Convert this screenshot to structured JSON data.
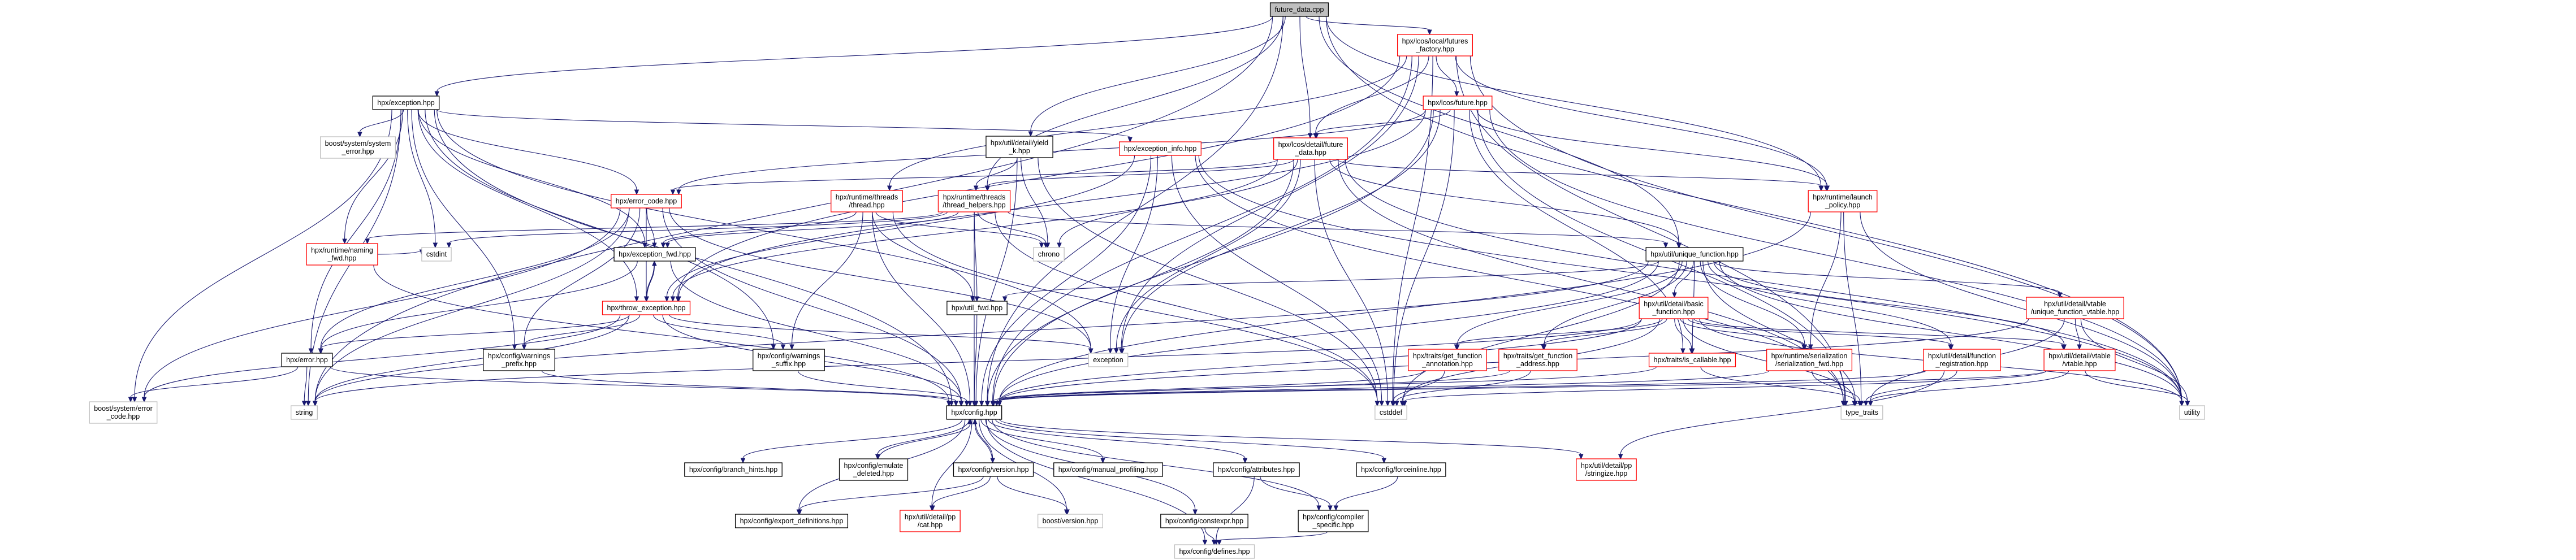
{
  "graph_title": "future_data.cpp",
  "colors": {
    "edge": "#191970",
    "root_fill": "#bfbfbf",
    "root_border": "#000000",
    "documented_border": "#000000",
    "truncated_border": "#ff0000",
    "external_border": "#bfbfbf",
    "node_fill": "#ffffff"
  },
  "nodes": [
    {
      "id": "root",
      "lines": [
        "future_data.cpp"
      ],
      "kind": "root"
    },
    {
      "id": "lcos_future_factory",
      "lines": [
        "hpx/lcos/local/futures",
        "_factory.hpp"
      ],
      "kind": "truncated"
    },
    {
      "id": "exception_hpp",
      "lines": [
        "hpx/exception.hpp"
      ],
      "kind": "documented"
    },
    {
      "id": "lcos_future",
      "lines": [
        "hpx/lcos/future.hpp"
      ],
      "kind": "truncated"
    },
    {
      "id": "boost_system_error",
      "lines": [
        "boost/system/system",
        "_error.hpp"
      ],
      "kind": "external"
    },
    {
      "id": "util_yield",
      "lines": [
        "hpx/util/detail/yield",
        "_k.hpp"
      ],
      "kind": "documented"
    },
    {
      "id": "exception_info",
      "lines": [
        "hpx/exception_info.hpp"
      ],
      "kind": "truncated"
    },
    {
      "id": "lcos_future_data",
      "lines": [
        "hpx/lcos/detail/future",
        "_data.hpp"
      ],
      "kind": "truncated"
    },
    {
      "id": "error_code",
      "lines": [
        "hpx/error_code.hpp"
      ],
      "kind": "truncated"
    },
    {
      "id": "rt_threads_thread",
      "lines": [
        "hpx/runtime/threads",
        "/thread.hpp"
      ],
      "kind": "truncated"
    },
    {
      "id": "rt_threads_helpers",
      "lines": [
        "hpx/runtime/threads",
        "/thread_helpers.hpp"
      ],
      "kind": "truncated"
    },
    {
      "id": "rt_launch_policy",
      "lines": [
        "hpx/runtime/launch",
        "_policy.hpp"
      ],
      "kind": "truncated"
    },
    {
      "id": "rt_naming_fwd",
      "lines": [
        "hpx/runtime/naming",
        "_fwd.hpp"
      ],
      "kind": "truncated"
    },
    {
      "id": "exception_fwd",
      "lines": [
        "hpx/exception_fwd.hpp"
      ],
      "kind": "documented"
    },
    {
      "id": "cstdint",
      "lines": [
        "cstdint"
      ],
      "kind": "external"
    },
    {
      "id": "chrono",
      "lines": [
        "chrono"
      ],
      "kind": "external"
    },
    {
      "id": "util_unique_function",
      "lines": [
        "hpx/util/unique_function.hpp"
      ],
      "kind": "documented"
    },
    {
      "id": "throw_exception",
      "lines": [
        "hpx/throw_exception.hpp"
      ],
      "kind": "truncated"
    },
    {
      "id": "util_fwd",
      "lines": [
        "hpx/util_fwd.hpp"
      ],
      "kind": "documented"
    },
    {
      "id": "util_basic_function",
      "lines": [
        "hpx/util/detail/basic",
        "_function.hpp"
      ],
      "kind": "truncated"
    },
    {
      "id": "util_unique_vtable",
      "lines": [
        "hpx/util/detail/vtable",
        "/unique_function_vtable.hpp"
      ],
      "kind": "truncated"
    },
    {
      "id": "error_hpp",
      "lines": [
        "hpx/error.hpp"
      ],
      "kind": "documented"
    },
    {
      "id": "config_warnings_prefix",
      "lines": [
        "hpx/config/warnings",
        "_prefix.hpp"
      ],
      "kind": "documented"
    },
    {
      "id": "config_warnings_suffix",
      "lines": [
        "hpx/config/warnings",
        "_suffix.hpp"
      ],
      "kind": "documented"
    },
    {
      "id": "exception_std",
      "lines": [
        "exception"
      ],
      "kind": "external"
    },
    {
      "id": "traits_get_function_annotation",
      "lines": [
        "hpx/traits/get_function",
        "_annotation.hpp"
      ],
      "kind": "truncated"
    },
    {
      "id": "traits_get_function_address",
      "lines": [
        "hpx/traits/get_function",
        "_address.hpp"
      ],
      "kind": "truncated"
    },
    {
      "id": "traits_is_callable",
      "lines": [
        "hpx/traits/is_callable.hpp"
      ],
      "kind": "truncated"
    },
    {
      "id": "serialization_fwd",
      "lines": [
        "hpx/runtime/serialization",
        "/serialization_fwd.hpp"
      ],
      "kind": "truncated"
    },
    {
      "id": "function_registration",
      "lines": [
        "hpx/util/detail/function",
        "_registration.hpp"
      ],
      "kind": "truncated"
    },
    {
      "id": "vtable_hpp",
      "lines": [
        "hpx/util/detail/vtable",
        "/vtable.hpp"
      ],
      "kind": "truncated"
    },
    {
      "id": "boost_error_code",
      "lines": [
        "boost/system/error",
        "_code.hpp"
      ],
      "kind": "external"
    },
    {
      "id": "string",
      "lines": [
        "string"
      ],
      "kind": "external"
    },
    {
      "id": "config_hpp",
      "lines": [
        "hpx/config.hpp"
      ],
      "kind": "documented"
    },
    {
      "id": "cstddef",
      "lines": [
        "cstddef"
      ],
      "kind": "external"
    },
    {
      "id": "type_traits",
      "lines": [
        "type_traits"
      ],
      "kind": "external"
    },
    {
      "id": "utility",
      "lines": [
        "utility"
      ],
      "kind": "external"
    },
    {
      "id": "config_branch_hints",
      "lines": [
        "hpx/config/branch_hints.hpp"
      ],
      "kind": "documented"
    },
    {
      "id": "config_emulate_deleted",
      "lines": [
        "hpx/config/emulate",
        "_deleted.hpp"
      ],
      "kind": "documented"
    },
    {
      "id": "config_version",
      "lines": [
        "hpx/config/version.hpp"
      ],
      "kind": "documented"
    },
    {
      "id": "config_manual_profiling",
      "lines": [
        "hpx/config/manual_profiling.hpp"
      ],
      "kind": "documented"
    },
    {
      "id": "config_attributes",
      "lines": [
        "hpx/config/attributes.hpp"
      ],
      "kind": "documented"
    },
    {
      "id": "config_forceinline",
      "lines": [
        "hpx/config/forceinline.hpp"
      ],
      "kind": "documented"
    },
    {
      "id": "util_stringize",
      "lines": [
        "hpx/util/detail/pp",
        "/stringize.hpp"
      ],
      "kind": "truncated"
    },
    {
      "id": "config_export_definitions",
      "lines": [
        "hpx/config/export_definitions.hpp"
      ],
      "kind": "documented"
    },
    {
      "id": "util_cat",
      "lines": [
        "hpx/util/detail/pp",
        "/cat.hpp"
      ],
      "kind": "truncated"
    },
    {
      "id": "boost_version",
      "lines": [
        "boost/version.hpp"
      ],
      "kind": "external"
    },
    {
      "id": "config_constexpr",
      "lines": [
        "hpx/config/constexpr.hpp"
      ],
      "kind": "documented"
    },
    {
      "id": "config_compiler_specific",
      "lines": [
        "hpx/config/compiler",
        "_specific.hpp"
      ],
      "kind": "documented"
    },
    {
      "id": "config_defines",
      "lines": [
        "hpx/config/defines.hpp"
      ],
      "kind": "external"
    }
  ],
  "edges": [
    [
      "root",
      "lcos_future_factory"
    ],
    [
      "root",
      "exception_hpp"
    ],
    [
      "root",
      "lcos_future_data"
    ],
    [
      "root",
      "util_yield"
    ],
    [
      "root",
      "rt_threads_helpers"
    ],
    [
      "root",
      "rt_launch_policy"
    ],
    [
      "root",
      "util_unique_function"
    ],
    [
      "root",
      "config_hpp"
    ],
    [
      "root",
      "utility"
    ],
    [
      "root",
      "string"
    ],
    [
      "lcos_future_factory",
      "lcos_future"
    ],
    [
      "lcos_future_factory",
      "lcos_future_data"
    ],
    [
      "lcos_future_factory",
      "rt_launch_policy"
    ],
    [
      "lcos_future_factory",
      "throw_exception"
    ],
    [
      "lcos_future_factory",
      "config_hpp"
    ],
    [
      "lcos_future_factory",
      "cstddef"
    ],
    [
      "lcos_future_factory",
      "type_traits"
    ],
    [
      "lcos_future_factory",
      "utility"
    ],
    [
      "lcos_future_factory",
      "exception_std"
    ],
    [
      "lcos_future_factory",
      "rt_threads_thread"
    ],
    [
      "exception_hpp",
      "boost_system_error"
    ],
    [
      "exception_hpp",
      "exception_info"
    ],
    [
      "exception_hpp",
      "error_code"
    ],
    [
      "exception_hpp",
      "exception_fwd"
    ],
    [
      "exception_hpp",
      "throw_exception"
    ],
    [
      "exception_hpp",
      "error_hpp"
    ],
    [
      "exception_hpp",
      "config_warnings_prefix"
    ],
    [
      "exception_hpp",
      "config_warnings_suffix"
    ],
    [
      "exception_hpp",
      "exception_std"
    ],
    [
      "exception_hpp",
      "cstdint"
    ],
    [
      "exception_hpp",
      "string"
    ],
    [
      "exception_hpp",
      "config_hpp"
    ],
    [
      "exception_hpp",
      "boost_error_code"
    ],
    [
      "exception_hpp",
      "rt_naming_fwd"
    ],
    [
      "lcos_future",
      "lcos_future_data"
    ],
    [
      "lcos_future",
      "rt_launch_policy"
    ],
    [
      "lcos_future",
      "error_code"
    ],
    [
      "lcos_future",
      "throw_exception"
    ],
    [
      "lcos_future",
      "exception_std"
    ],
    [
      "lcos_future",
      "config_hpp"
    ],
    [
      "lcos_future",
      "type_traits"
    ],
    [
      "lcos_future",
      "utility"
    ],
    [
      "lcos_future",
      "traits_is_callable"
    ],
    [
      "lcos_future",
      "cstddef"
    ],
    [
      "util_yield",
      "rt_threads_helpers"
    ],
    [
      "util_yield",
      "chrono"
    ],
    [
      "util_yield",
      "config_hpp"
    ],
    [
      "util_yield",
      "cstddef"
    ],
    [
      "exception_info",
      "exception_std"
    ],
    [
      "exception_info",
      "type_traits"
    ],
    [
      "exception_info",
      "utility"
    ],
    [
      "exception_info",
      "config_hpp"
    ],
    [
      "exception_info",
      "cstddef"
    ],
    [
      "exception_info",
      "throw_exception"
    ],
    [
      "lcos_future_data",
      "error_code"
    ],
    [
      "lcos_future_data",
      "rt_threads_helpers"
    ],
    [
      "lcos_future_data",
      "rt_launch_policy"
    ],
    [
      "lcos_future_data",
      "util_unique_function"
    ],
    [
      "lcos_future_data",
      "exception_std"
    ],
    [
      "lcos_future_data",
      "chrono"
    ],
    [
      "lcos_future_data",
      "config_hpp"
    ],
    [
      "lcos_future_data",
      "cstddef"
    ],
    [
      "lcos_future_data",
      "type_traits"
    ],
    [
      "lcos_future_data",
      "utility"
    ],
    [
      "lcos_future_data",
      "throw_exception"
    ],
    [
      "error_code",
      "exception_fwd"
    ],
    [
      "error_code",
      "error_hpp"
    ],
    [
      "error_code",
      "boost_error_code"
    ],
    [
      "error_code",
      "config_warnings_prefix"
    ],
    [
      "error_code",
      "string"
    ],
    [
      "error_code",
      "exception_std"
    ],
    [
      "error_code",
      "config_hpp"
    ],
    [
      "error_code",
      "throw_exception"
    ],
    [
      "rt_threads_thread",
      "exception_fwd"
    ],
    [
      "rt_threads_thread",
      "util_fwd"
    ],
    [
      "rt_threads_thread",
      "config_warnings_suffix"
    ],
    [
      "rt_threads_thread",
      "config_hpp"
    ],
    [
      "rt_threads_thread",
      "cstddef"
    ],
    [
      "rt_threads_thread",
      "chrono"
    ],
    [
      "rt_threads_helpers",
      "exception_fwd"
    ],
    [
      "rt_threads_helpers",
      "util_fwd"
    ],
    [
      "rt_threads_helpers",
      "util_unique_function"
    ],
    [
      "rt_threads_helpers",
      "chrono"
    ],
    [
      "rt_threads_helpers",
      "cstdint"
    ],
    [
      "rt_threads_helpers",
      "config_hpp"
    ],
    [
      "rt_threads_helpers",
      "cstddef"
    ],
    [
      "rt_threads_helpers",
      "rt_naming_fwd"
    ],
    [
      "rt_launch_policy",
      "serialization_fwd"
    ],
    [
      "rt_launch_policy",
      "config_hpp"
    ],
    [
      "rt_launch_policy",
      "type_traits"
    ],
    [
      "rt_launch_policy",
      "utility"
    ],
    [
      "rt_naming_fwd",
      "cstdint"
    ],
    [
      "rt_naming_fwd",
      "config_hpp"
    ],
    [
      "exception_fwd",
      "throw_exception"
    ],
    [
      "exception_fwd",
      "error_hpp"
    ],
    [
      "exception_fwd",
      "config_hpp"
    ],
    [
      "util_unique_function",
      "util_basic_function"
    ],
    [
      "util_unique_function",
      "util_unique_vtable"
    ],
    [
      "util_unique_function",
      "traits_get_function_annotation"
    ],
    [
      "util_unique_function",
      "traits_get_function_address"
    ],
    [
      "util_unique_function",
      "traits_is_callable"
    ],
    [
      "util_unique_function",
      "serialization_fwd"
    ],
    [
      "util_unique_function",
      "function_registration"
    ],
    [
      "util_unique_function",
      "vtable_hpp"
    ],
    [
      "util_unique_function",
      "config_hpp"
    ],
    [
      "util_unique_function",
      "cstddef"
    ],
    [
      "util_unique_function",
      "type_traits"
    ],
    [
      "util_unique_function",
      "utility"
    ],
    [
      "util_unique_function",
      "util_fwd"
    ],
    [
      "util_unique_function",
      "string"
    ],
    [
      "throw_exception",
      "exception_fwd"
    ],
    [
      "throw_exception",
      "error_hpp"
    ],
    [
      "throw_exception",
      "config_warnings_prefix"
    ],
    [
      "throw_exception",
      "config_warnings_suffix"
    ],
    [
      "throw_exception",
      "exception_std"
    ],
    [
      "throw_exception",
      "string"
    ],
    [
      "throw_exception",
      "config_hpp"
    ],
    [
      "throw_exception",
      "boost_error_code"
    ],
    [
      "util_fwd",
      "config_hpp"
    ],
    [
      "util_basic_function",
      "traits_get_function_annotation"
    ],
    [
      "util_basic_function",
      "traits_get_function_address"
    ],
    [
      "util_basic_function",
      "traits_is_callable"
    ],
    [
      "util_basic_function",
      "serialization_fwd"
    ],
    [
      "util_basic_function",
      "function_registration"
    ],
    [
      "util_basic_function",
      "vtable_hpp"
    ],
    [
      "util_basic_function",
      "config_hpp"
    ],
    [
      "util_basic_function",
      "cstddef"
    ],
    [
      "util_basic_function",
      "type_traits"
    ],
    [
      "util_basic_function",
      "utility"
    ],
    [
      "util_basic_function",
      "string"
    ],
    [
      "util_unique_vtable",
      "vtable_hpp"
    ],
    [
      "util_unique_vtable",
      "config_hpp"
    ],
    [
      "util_unique_vtable",
      "type_traits"
    ],
    [
      "util_unique_vtable",
      "utility"
    ],
    [
      "error_hpp",
      "boost_error_code"
    ],
    [
      "error_hpp",
      "string"
    ],
    [
      "error_hpp",
      "config_hpp"
    ],
    [
      "config_warnings_prefix",
      "config_hpp"
    ],
    [
      "config_warnings_suffix",
      "config_hpp"
    ],
    [
      "traits_get_function_annotation",
      "config_hpp"
    ],
    [
      "traits_get_function_annotation",
      "cstddef"
    ],
    [
      "traits_get_function_address",
      "config_hpp"
    ],
    [
      "traits_get_function_address",
      "cstddef"
    ],
    [
      "traits_is_callable",
      "config_hpp"
    ],
    [
      "traits_is_callable",
      "type_traits"
    ],
    [
      "serialization_fwd",
      "config_hpp"
    ],
    [
      "serialization_fwd",
      "type_traits"
    ],
    [
      "function_registration",
      "config_hpp"
    ],
    [
      "function_registration",
      "util_stringize"
    ],
    [
      "function_registration",
      "type_traits"
    ],
    [
      "vtable_hpp",
      "config_hpp"
    ],
    [
      "vtable_hpp",
      "type_traits"
    ],
    [
      "vtable_hpp",
      "utility"
    ],
    [
      "vtable_hpp",
      "cstddef"
    ],
    [
      "config_hpp",
      "config_branch_hints"
    ],
    [
      "config_hpp",
      "config_emulate_deleted"
    ],
    [
      "config_hpp",
      "config_version"
    ],
    [
      "config_hpp",
      "config_manual_profiling"
    ],
    [
      "config_hpp",
      "config_attributes"
    ],
    [
      "config_hpp",
      "config_forceinline"
    ],
    [
      "config_hpp",
      "util_stringize"
    ],
    [
      "config_hpp",
      "config_export_definitions"
    ],
    [
      "config_hpp",
      "util_cat"
    ],
    [
      "config_hpp",
      "boost_version"
    ],
    [
      "config_hpp",
      "config_constexpr"
    ],
    [
      "config_hpp",
      "config_compiler_specific"
    ],
    [
      "config_hpp",
      "config_defines"
    ],
    [
      "config_emulate_deleted",
      "config_hpp"
    ],
    [
      "config_version",
      "config_hpp"
    ],
    [
      "config_version",
      "config_export_definitions"
    ],
    [
      "config_version",
      "util_cat"
    ],
    [
      "config_version",
      "boost_version"
    ],
    [
      "config_attributes",
      "config_compiler_specific"
    ],
    [
      "config_attributes",
      "config_defines"
    ],
    [
      "config_forceinline",
      "config_compiler_specific"
    ],
    [
      "config_constexpr",
      "config_defines"
    ],
    [
      "config_compiler_specific",
      "config_defines"
    ]
  ]
}
